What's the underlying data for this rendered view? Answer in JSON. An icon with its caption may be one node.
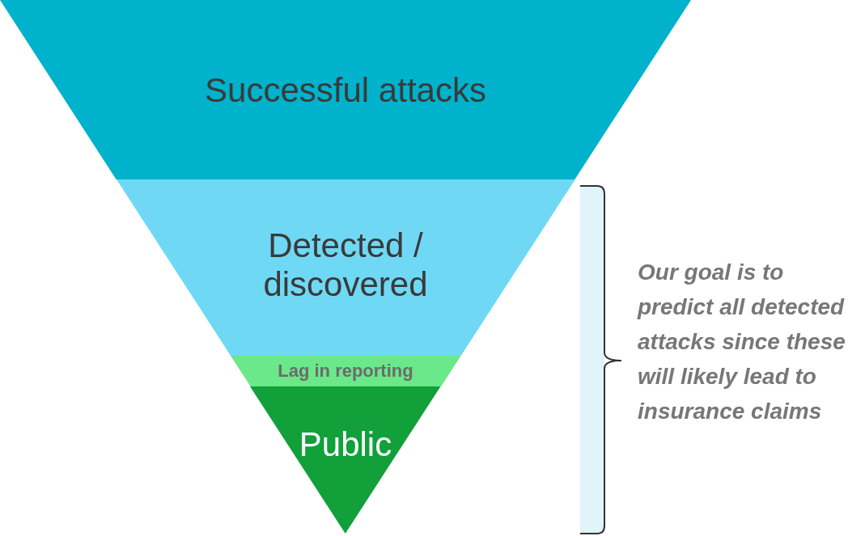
{
  "diagram": {
    "nodes": [
      {
        "text": [
          "Successful attacks"
        ]
      },
      {
        "text": [
          "Detected / discovered"
        ]
      },
      {
        "text": [
          "Lag in reporting"
        ]
      },
      {
        "text": [
          "Public"
        ]
      }
    ],
    "labels": [
      "Our goal is to predict all detected attacks since these will likely lead to insurance claims"
    ]
  }
}
